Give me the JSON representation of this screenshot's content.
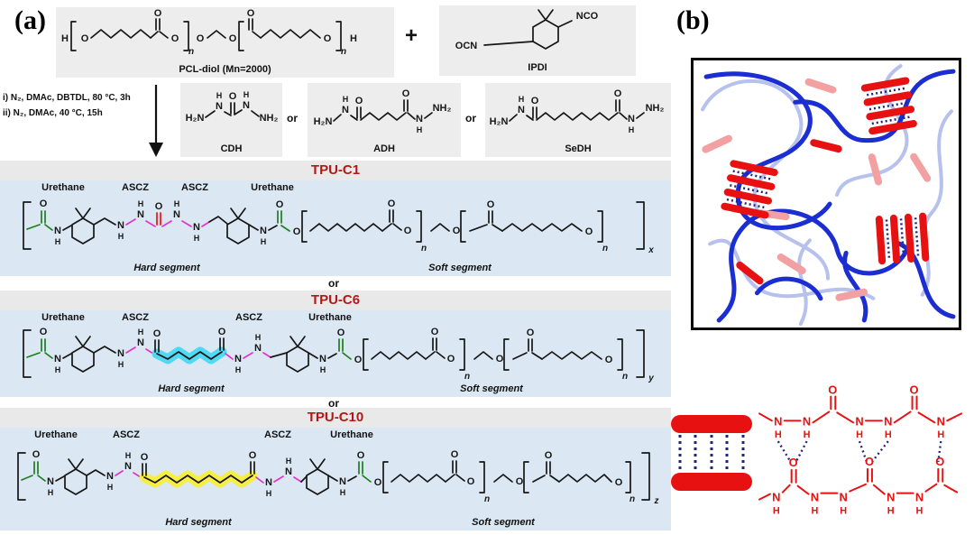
{
  "panels": {
    "a": "(a)",
    "b": "(b)"
  },
  "reaction": {
    "pcl_caption": "PCL-diol (Mn=2000)",
    "plus": "+",
    "ipdi_caption": "IPDI",
    "cond_line1": "i) N₂, DMAc, DBTDL, 80 °C, 3h",
    "cond_line2": "ii) N₂, DMAc, 40 °C, 15h",
    "cdh_caption": "CDH",
    "adh_caption": "ADH",
    "sedh_caption": "SeDH",
    "or": "or"
  },
  "products": [
    {
      "title": "TPU-C1",
      "labels": [
        "Urethane",
        "ASCZ",
        "ASCZ",
        "Urethane"
      ],
      "hard": "Hard segment",
      "soft": "Soft segment",
      "sub": "x"
    },
    {
      "title": "TPU-C6",
      "labels": [
        "Urethane",
        "ASCZ",
        "ASCZ",
        "Urethane"
      ],
      "hard": "Hard segment",
      "soft": "Soft segment",
      "sub": "y"
    },
    {
      "title": "TPU-C10",
      "labels": [
        "Urethane",
        "ASCZ",
        "ASCZ",
        "Urethane"
      ],
      "hard": "Hard segment",
      "soft": "Soft segment",
      "sub": "z"
    }
  ],
  "atoms": {
    "O": "O",
    "N": "N",
    "H": "H",
    "H2N": "H₂N",
    "NH2": "NH₂",
    "OCN": "OCN",
    "NCO": "NCO",
    "n": "n"
  },
  "colors": {
    "urethane_green": "#1e7d1e",
    "ascz_magenta": "#e233cc",
    "center_red": "#ee1111",
    "highlight_cyan": "#4fd9f2",
    "highlight_yellow": "#f7ee45",
    "chain_blue": "#1b2ed1",
    "chain_light": "#b7c1ee",
    "rod_red": "#e81111",
    "rod_pink": "#f2a0a2",
    "product_box_bg": "#dbe8f3",
    "reactant_box_bg": "#ededed",
    "title_red": "#b51717"
  }
}
